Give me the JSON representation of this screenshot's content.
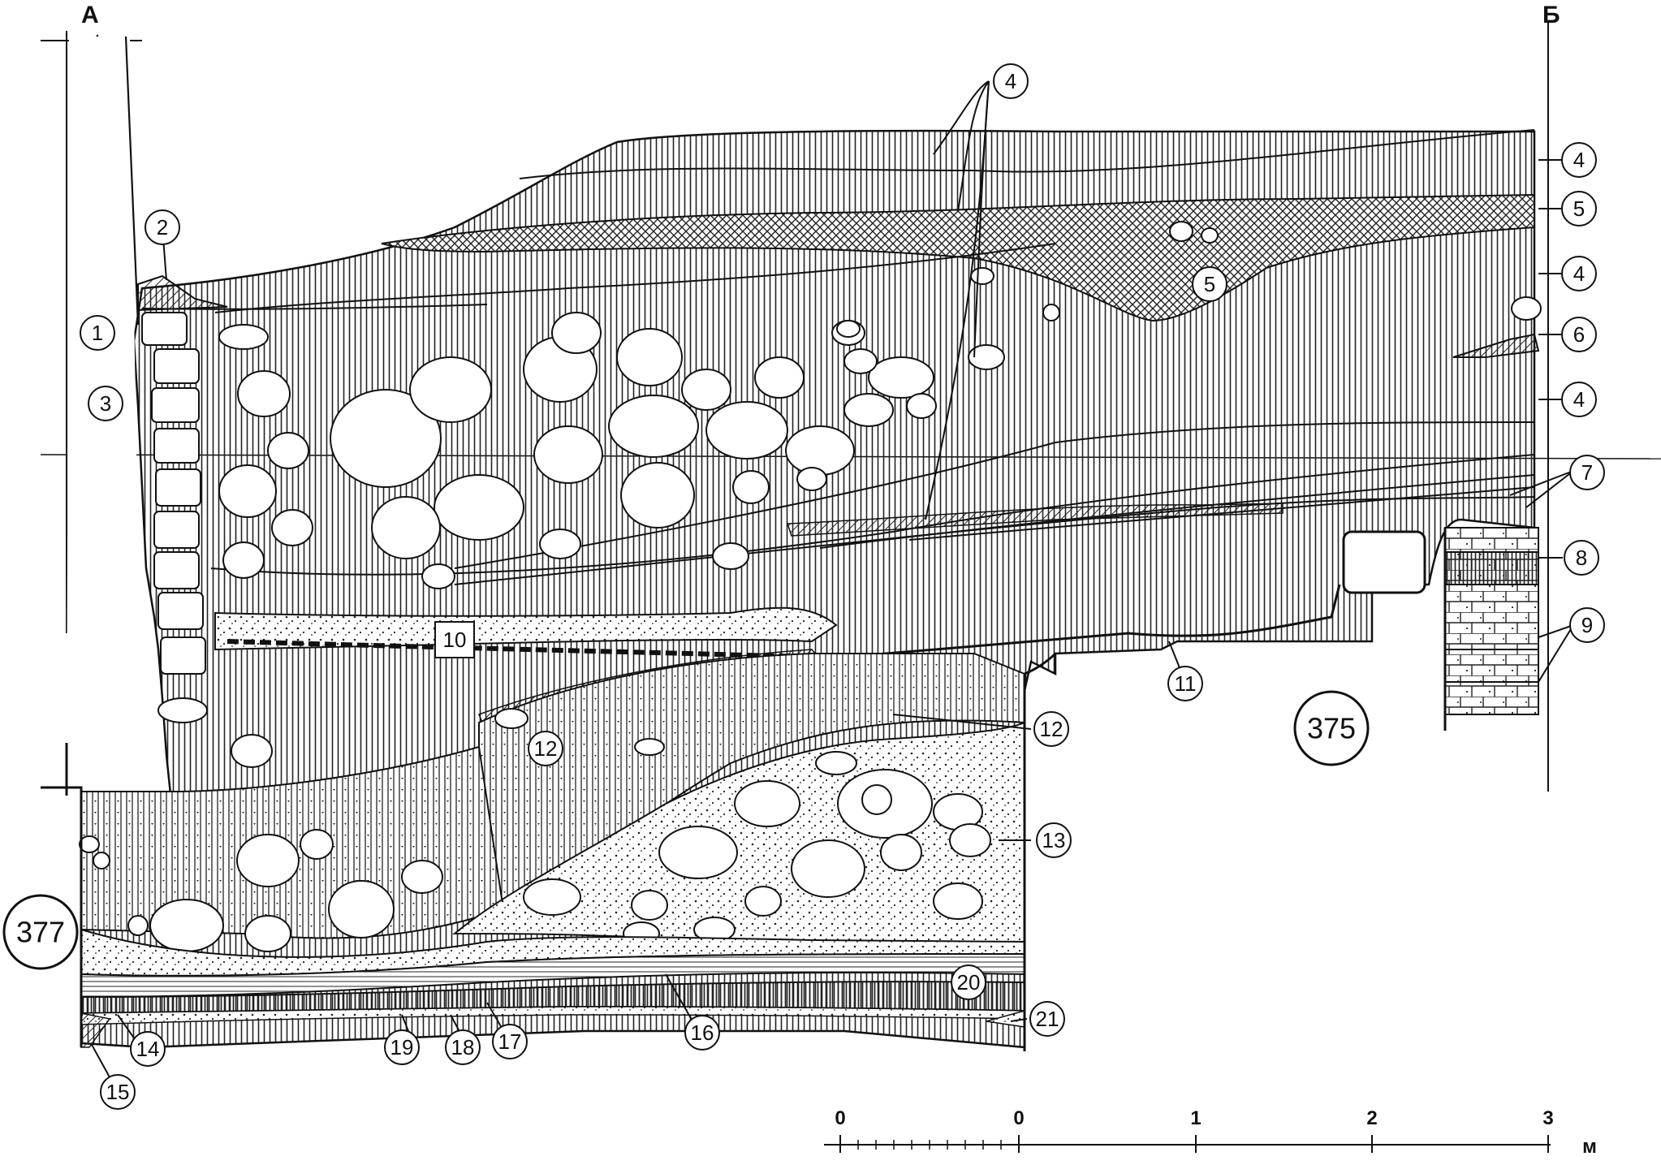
{
  "section": {
    "left_marker": "А",
    "right_marker": "Б"
  },
  "layer_labels": [
    {
      "id": "l1",
      "text": "1"
    },
    {
      "id": "l2",
      "text": "2"
    },
    {
      "id": "l3",
      "text": "3"
    },
    {
      "id": "l4a",
      "text": "4"
    },
    {
      "id": "l4b",
      "text": "4"
    },
    {
      "id": "l4c",
      "text": "4"
    },
    {
      "id": "l4d",
      "text": "4"
    },
    {
      "id": "l5a",
      "text": "5"
    },
    {
      "id": "l5b",
      "text": "5"
    },
    {
      "id": "l6",
      "text": "6"
    },
    {
      "id": "l7",
      "text": "7"
    },
    {
      "id": "l8",
      "text": "8"
    },
    {
      "id": "l9",
      "text": "9"
    },
    {
      "id": "l10",
      "text": "10"
    },
    {
      "id": "l11",
      "text": "11"
    },
    {
      "id": "l12a",
      "text": "12"
    },
    {
      "id": "l12b",
      "text": "12"
    },
    {
      "id": "l13",
      "text": "13"
    },
    {
      "id": "l14",
      "text": "14"
    },
    {
      "id": "l15",
      "text": "15"
    },
    {
      "id": "l16",
      "text": "16"
    },
    {
      "id": "l17",
      "text": "17"
    },
    {
      "id": "l18",
      "text": "18"
    },
    {
      "id": "l19",
      "text": "19"
    },
    {
      "id": "l20",
      "text": "20"
    },
    {
      "id": "l21",
      "text": "21"
    }
  ],
  "feature_labels": [
    {
      "id": "f377",
      "text": "377"
    },
    {
      "id": "f375",
      "text": "375"
    }
  ],
  "scale": {
    "ticks": [
      "0",
      "0",
      "1",
      "2",
      "3"
    ],
    "unit": "м"
  }
}
